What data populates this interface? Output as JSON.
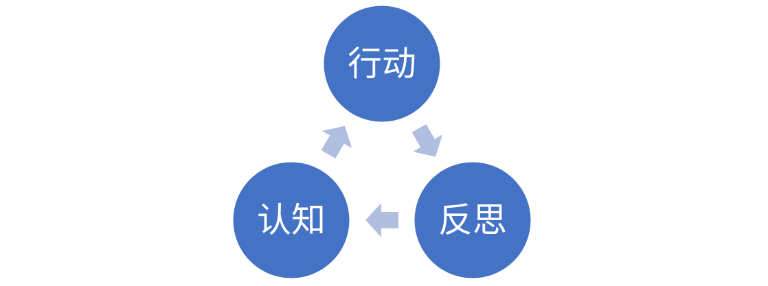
{
  "diagram": {
    "type": "cycle",
    "nodes": [
      {
        "id": "action",
        "label": "行动"
      },
      {
        "id": "reflection",
        "label": "反思"
      },
      {
        "id": "cognition",
        "label": "认知"
      }
    ],
    "edges": [
      {
        "from": "action",
        "to": "reflection"
      },
      {
        "from": "reflection",
        "to": "cognition"
      },
      {
        "from": "cognition",
        "to": "action"
      }
    ],
    "colors": {
      "node_fill": "#4472c4",
      "node_text": "#ffffff",
      "arrow_fill": "#b0bfdf",
      "background": "#ffffff"
    }
  }
}
